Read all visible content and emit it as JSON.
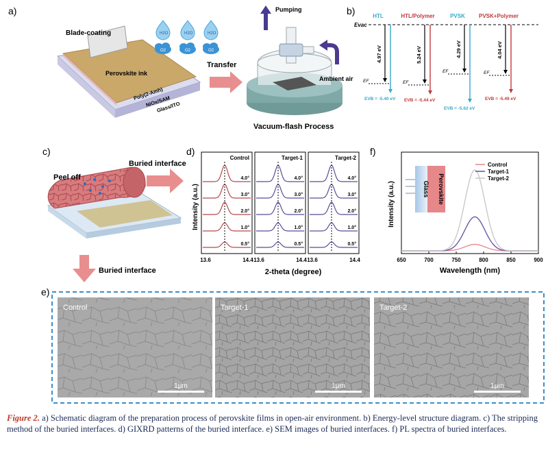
{
  "panel_labels": {
    "a": "a)",
    "b": "b)",
    "c": "c)",
    "d": "d)",
    "e": "e)",
    "f": "f)"
  },
  "panel_a": {
    "blade_coating": "Blade-coating",
    "ink": "Perovskite ink",
    "layer1": "Poly(2-Amh)",
    "layer2": "NiOx/SAM",
    "layer3": "Glass/ITO",
    "h2o": "H2O",
    "o2": "O2",
    "transfer": "Transfer",
    "pumping": "Pumping",
    "ambient_air": "Ambient air",
    "process": "Vacuum-flash Process"
  },
  "panel_b": {
    "evac": "Evac",
    "ef": "EF",
    "columns": [
      {
        "name": "HTL",
        "gap": "4.97 eV",
        "vb": "EVB = -5.40 eV",
        "color": "#36a9c9"
      },
      {
        "name": "HTL/Polymer",
        "gap": "5.24 eV",
        "vb": "EVB = -5.44 eV",
        "color": "#c0393b"
      },
      {
        "name": "PVSK",
        "gap": "4.29 eV",
        "vb": "EVB = -5.62 eV",
        "color": "#36a9c9"
      },
      {
        "name": "PVSK+Polymer",
        "gap": "4.04 eV",
        "vb": "EVB = -5.49 eV",
        "color": "#c0393b"
      }
    ]
  },
  "panel_c": {
    "peel_off": "Peel off",
    "buried_interface_1": "Buried interface",
    "buried_interface_2": "Buried interface"
  },
  "panel_d": {
    "ylabel": "Intensity (a.u.)",
    "xlabel": "2-theta (degree)",
    "xticks": [
      "13.6",
      "14.4"
    ],
    "angles": [
      "4.0°",
      "3.0°",
      "2.0°",
      "1.0°",
      "0.5°"
    ],
    "subplots": [
      {
        "title": "Control",
        "color": "#b7474a"
      },
      {
        "title": "Target-1",
        "color": "#5b4a9a"
      },
      {
        "title": "Target-2",
        "color": "#5b4a9a"
      }
    ]
  },
  "chart_data": [
    {
      "type": "line",
      "title": "",
      "xlabel": "Wavelength (nm)",
      "ylabel": "Intensity (a.u.)",
      "xlim": [
        650,
        900
      ],
      "xticks": [
        "650",
        "700",
        "750",
        "800",
        "850",
        "900"
      ],
      "legend": "top-right",
      "inset_labels": [
        "Glass",
        "Perovskite"
      ],
      "series": [
        {
          "name": "Control",
          "color": "#e58b94",
          "peak_x": 784,
          "peak_y": 0.08
        },
        {
          "name": "Target-1",
          "color": "#6b58a6",
          "peak_x": 784,
          "peak_y": 0.42
        },
        {
          "name": "Target-2",
          "color": "#c9c9c9",
          "peak_x": 784,
          "peak_y": 1.0
        }
      ]
    }
  ],
  "panel_e": {
    "images": [
      {
        "label": "Control",
        "scale": "1μm"
      },
      {
        "label": "Target-1",
        "scale": "1μm"
      },
      {
        "label": "Target-2",
        "scale": "1μm"
      }
    ]
  },
  "caption": {
    "label": "Figure 2.",
    "text": " a) Schematic diagram of the preparation process of perovskite films in open-air environment. b) Energy-level structure diagram. c) The stripping method of the buried interfaces. d) GIXRD patterns of the buried interface. e) SEM images of buried interfaces. f) PL spectra of buried interfaces."
  }
}
